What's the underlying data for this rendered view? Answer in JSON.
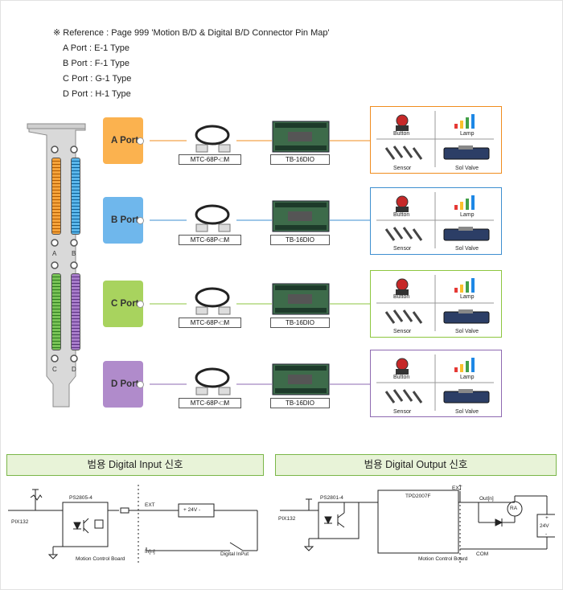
{
  "reference": {
    "title": "※ Reference : Page 999  'Motion B/D & Digital B/D Connector Pin Map'",
    "ports": [
      "A Port : E-1 Type",
      "B Port : F-1 Type",
      "C Port : G-1 Type",
      "D Port : H-1 Type"
    ]
  },
  "colors": {
    "A": "#f08c1e",
    "B": "#3e8fd0",
    "C": "#8dc63f",
    "D": "#8e6ab1",
    "A_fill": "#fbb24f",
    "B_fill": "#6fb7ec",
    "C_fill": "#a8d35e",
    "D_fill": "#b08bcb"
  },
  "bracket_letters": [
    "A",
    "B",
    "C",
    "D"
  ],
  "rows": [
    {
      "port": "A Port",
      "cable": "MTC-68P-□M",
      "terminal": "TB-16DIO",
      "devices": [
        "Button",
        "Lamp",
        "Sensor",
        "Sol Valve"
      ]
    },
    {
      "port": "B Port",
      "cable": "MTC-68P-□M",
      "terminal": "TB-16DIO",
      "devices": [
        "Button",
        "Lamp",
        "Sensor",
        "Sol Valve"
      ]
    },
    {
      "port": "C Port",
      "cable": "MTC-68P-□M",
      "terminal": "TB-16DIO",
      "devices": [
        "Button",
        "Lamp",
        "Sensor",
        "Sol Valve"
      ]
    },
    {
      "port": "D Port",
      "cable": "MTC-68P-□M",
      "terminal": "TB-16DIO",
      "devices": [
        "Button",
        "Lamp",
        "Sensor",
        "Sol Valve"
      ]
    }
  ],
  "input_circuit": {
    "header": "범용 Digital Input 신호",
    "pix": "PIX132",
    "chip": "PS2805-4",
    "ext": "EXT",
    "supply": "+ 24V -",
    "in": "In[n]",
    "board": "Motion Control Board",
    "switch": "Digital InPut"
  },
  "output_circuit": {
    "header": "범용 Digital Output 신호",
    "pix": "PIX132",
    "chip": "PS2801-4",
    "ext": "EXT",
    "driver": "TPD2007F",
    "out": "Out[n]",
    "load": "RA",
    "com": "COM",
    "board": "Motion Control Board",
    "supply_plus": "+",
    "supply": "24V",
    "supply_minus": "-"
  }
}
